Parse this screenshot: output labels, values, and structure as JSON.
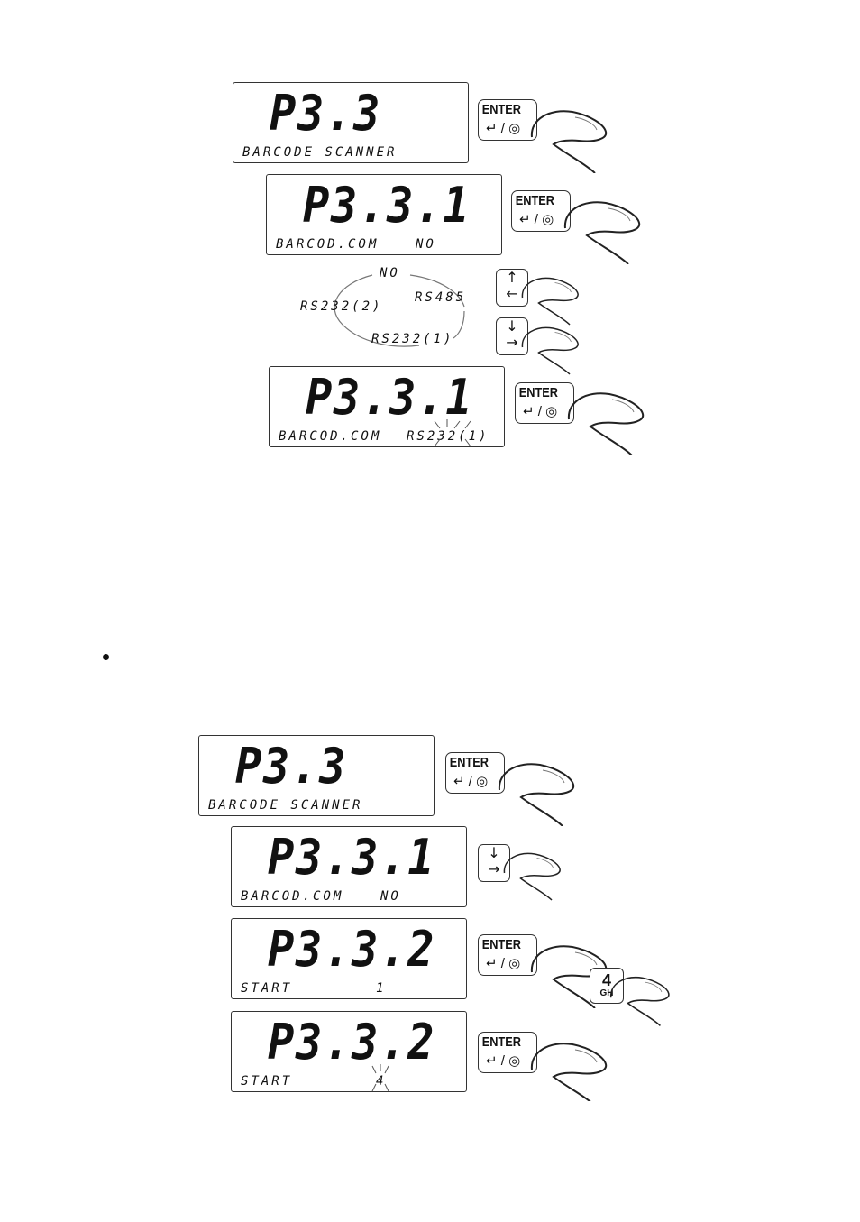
{
  "diagram1": {
    "screen1": {
      "code": "P3.3",
      "text": "BARCODE SCANNER"
    },
    "screen2": {
      "code": "P3.3.1",
      "text": "BARCOD.COM",
      "value": "NO"
    },
    "options": [
      "NO",
      "RS485",
      "RS232(1)",
      "RS232(2)"
    ],
    "screen3": {
      "code": "P3.3.1",
      "text": "BARCOD.COM",
      "value": "RS232(1)"
    }
  },
  "diagram2": {
    "screen1": {
      "code": "P3.3",
      "text": "BARCODE SCANNER"
    },
    "screen2": {
      "code": "P3.3.1",
      "text": "BARCOD.COM",
      "value": "NO"
    },
    "screen3": {
      "code": "P3.3.2",
      "text": "START",
      "value": "1"
    },
    "screen4": {
      "code": "P3.3.2",
      "text": "START",
      "value": "4"
    }
  },
  "keys": {
    "enter_label": "ENTER",
    "enter_sub": "↵ / ◎",
    "up_arrow": "↑",
    "down_arrow": "↓",
    "left_arrow": "←",
    "right_arrow": "→",
    "num4_digit": "4",
    "num4_letters": "GH"
  }
}
